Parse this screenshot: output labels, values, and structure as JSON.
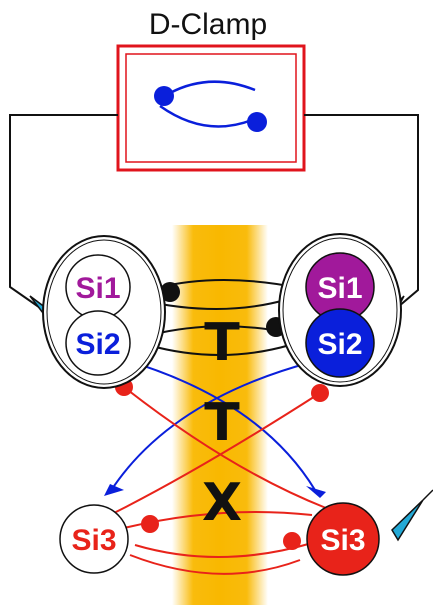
{
  "title": "D-Clamp",
  "ttx": {
    "letters": [
      "T",
      "T",
      "X"
    ]
  },
  "neurons": {
    "left_si1": "Si1",
    "left_si2": "Si2",
    "left_si3": "Si3",
    "right_si1": "Si1",
    "right_si2": "Si2",
    "right_si3": "Si3"
  },
  "colors": {
    "ttx_bar": "#F9B800",
    "clamp_box": "#E0141C",
    "si1": "#A1199B",
    "si2": "#0A1FDB",
    "si3": "#E8231A",
    "wire": "#111111",
    "electrode": "#23A9D6"
  }
}
